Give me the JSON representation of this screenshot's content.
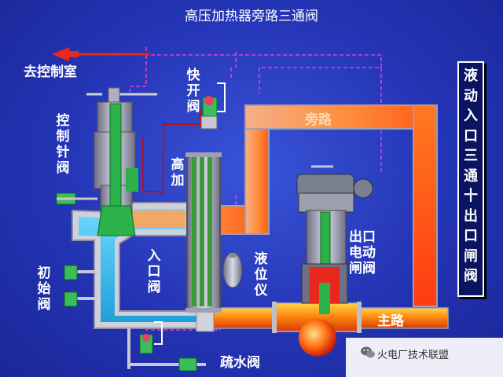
{
  "title": "高压加热器旁路三通阀",
  "labels": {
    "to_control_room": "去控制室",
    "quick_open_valve": "快开阀",
    "pilot_valve": "控制针阀",
    "hp_heater": "高加",
    "initial_valve": "初始阀",
    "inlet_valve": "入口阀",
    "level_gauge": "液位仪",
    "outlet_electric_valve": "出口电动闸阀",
    "bypass": "旁路",
    "main_line": "主路",
    "drain_valve": "疏水阀",
    "right_panel": "液动入口三通十出口闸阀"
  },
  "watermark": "火电厂技术联盟",
  "colors": {
    "background": "#2a3ec8",
    "pipe_cyan": "#2fb6e6",
    "pipe_orange": "#ff8a1a",
    "pipe_red": "#e8281c",
    "valve_green": "#2bb24a",
    "signal_line": "#d63cc8"
  }
}
